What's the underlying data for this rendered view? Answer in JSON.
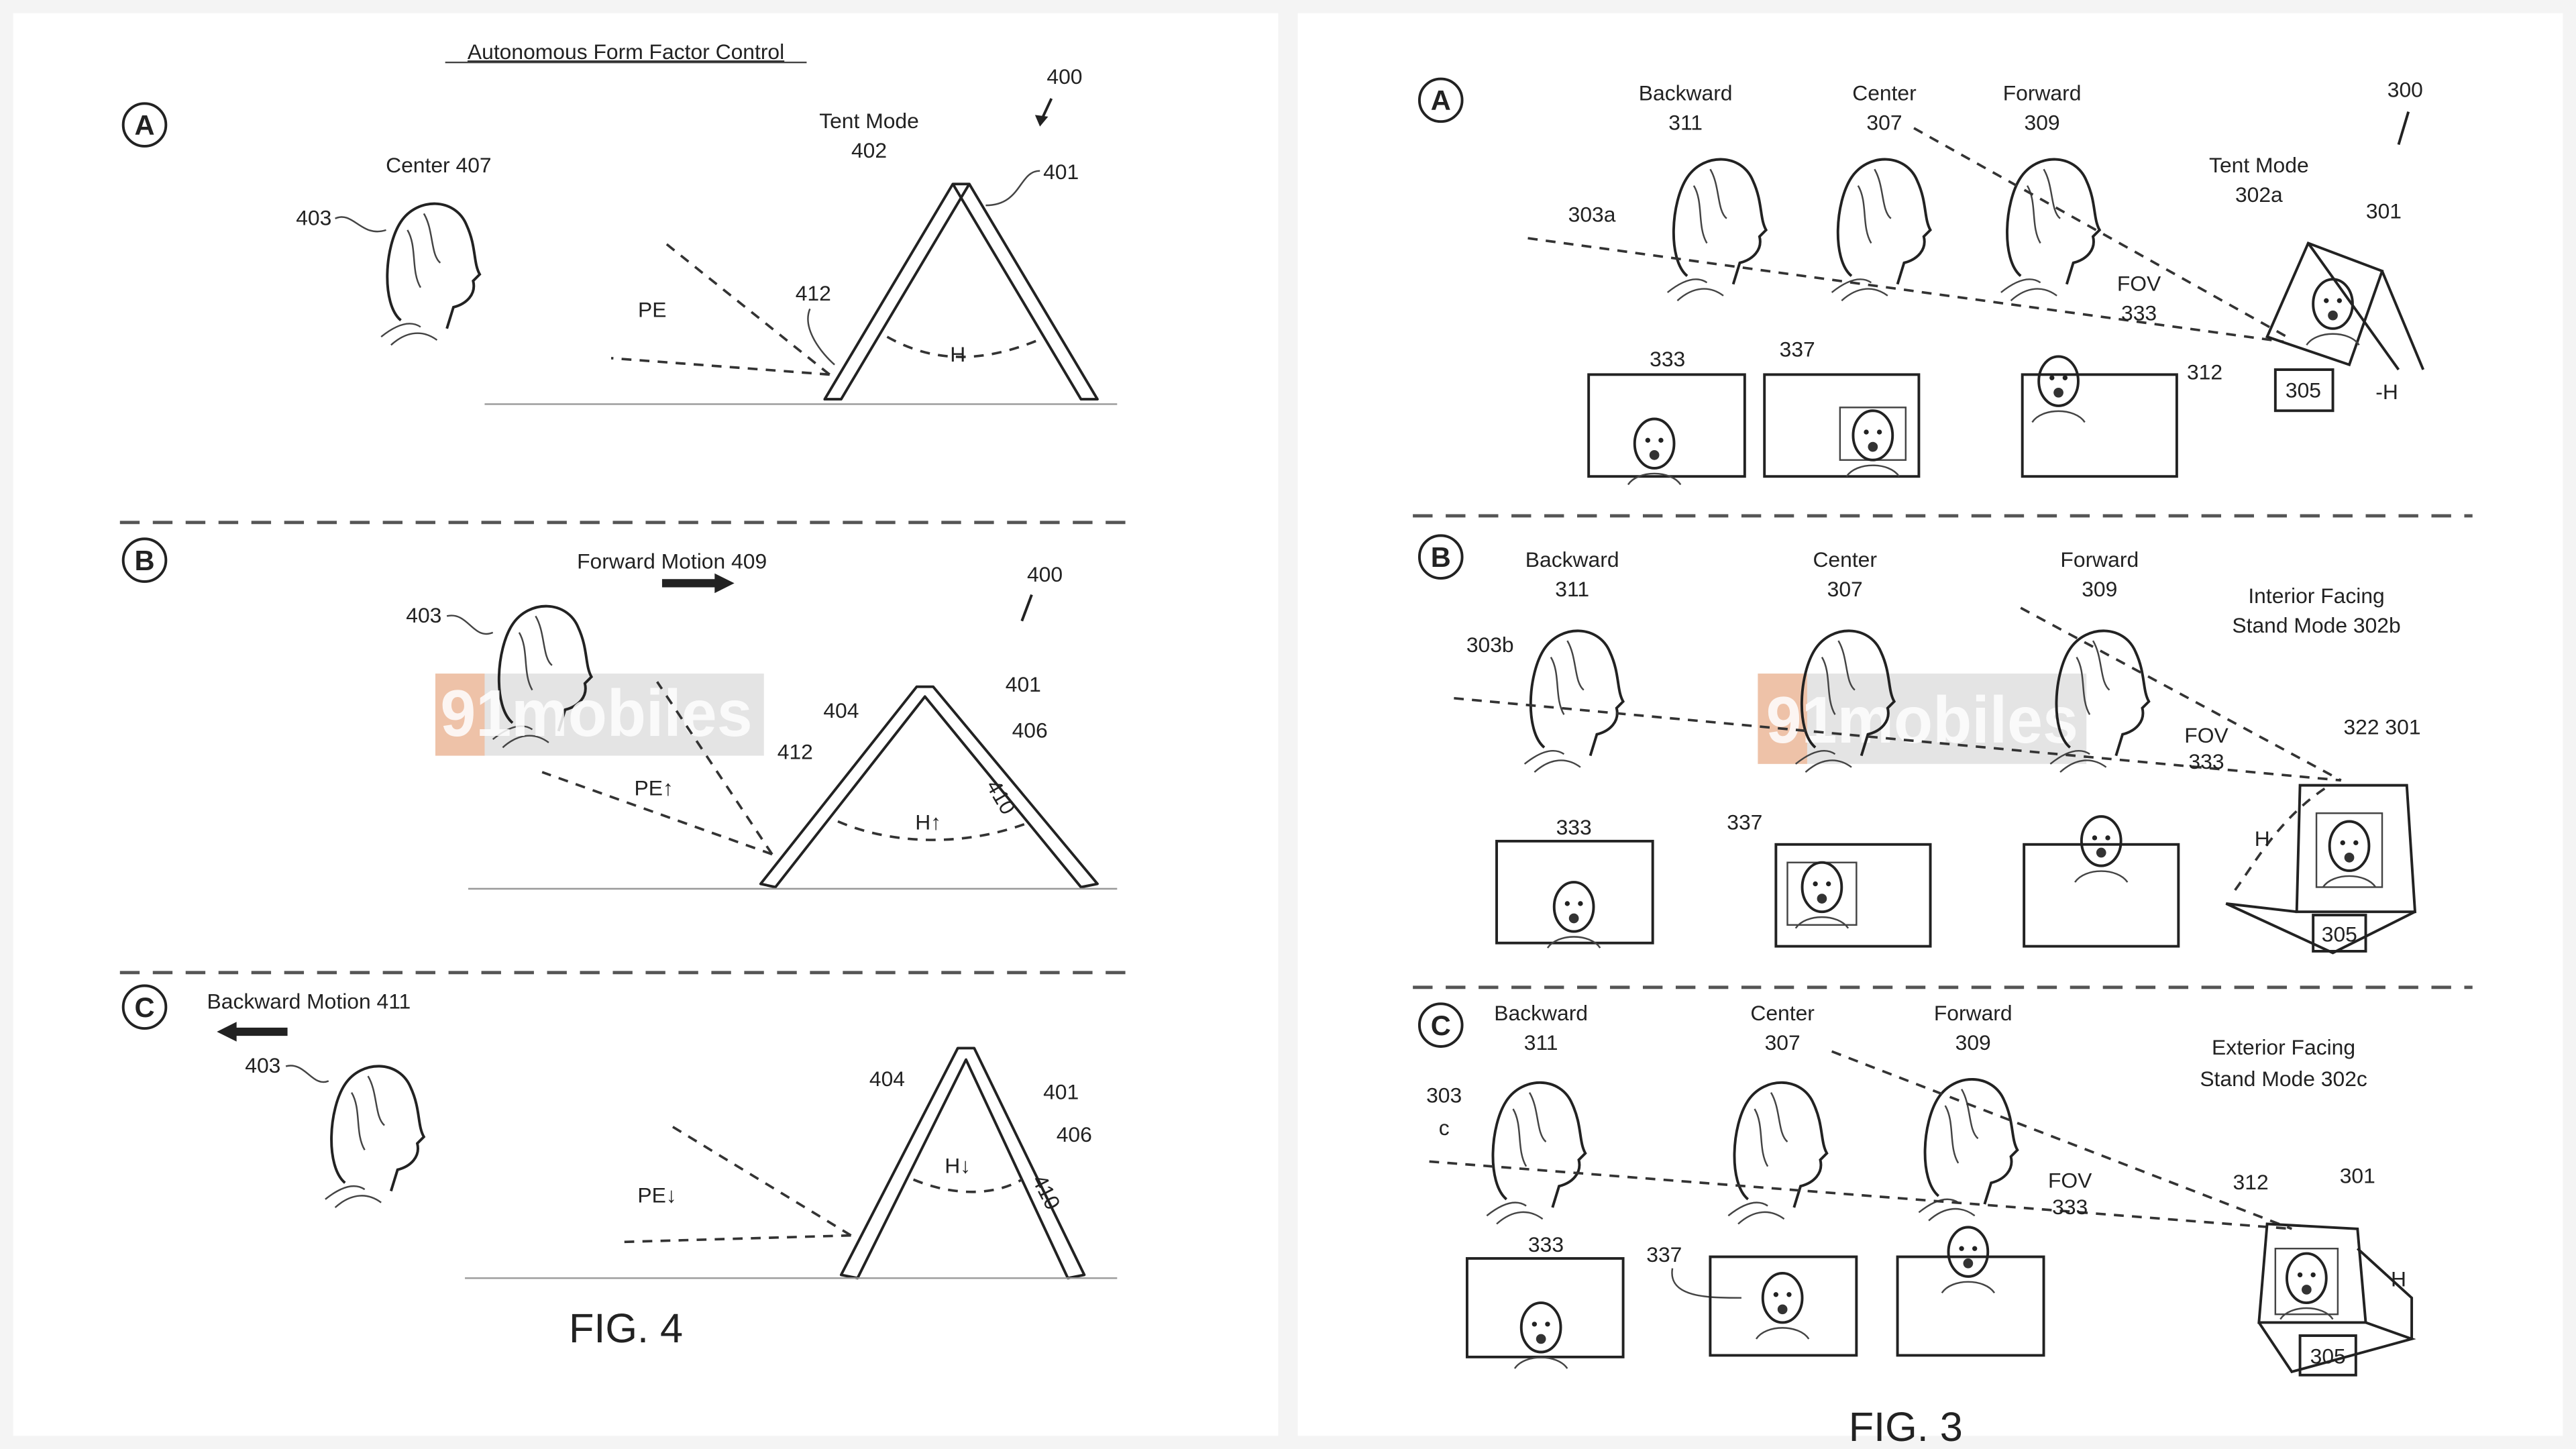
{
  "fig4": {
    "title": "Autonomous Form Factor Control",
    "caption": "FIG. 4",
    "panel_a": {
      "letter": "A",
      "center": "Center 407",
      "user": "403",
      "mode": "Tent Mode",
      "mode_num": "402",
      "ref": "400",
      "device": "401",
      "sensor": "412",
      "pe": "PE",
      "h": "H"
    },
    "panel_b": {
      "letter": "B",
      "motion": "Forward Motion 409",
      "ref": "400",
      "user": "403",
      "hinge": "404",
      "device": "401",
      "part": "406",
      "part2": "410",
      "sensor": "412",
      "pe": "PE↑",
      "h": "H↑"
    },
    "panel_c": {
      "letter": "C",
      "motion": "Backward Motion 411",
      "user": "403",
      "hinge": "404",
      "device": "401",
      "part": "406",
      "part2": "410",
      "pe": "PE↓",
      "h": "H↓"
    }
  },
  "fig3": {
    "caption": "FIG. 3",
    "panel_a": {
      "letter": "A",
      "backward": "Backward",
      "backward_num": "311",
      "center": "Center",
      "center_num": "307",
      "forward": "Forward",
      "forward_num": "309",
      "ref": "300",
      "mode": "Tent Mode",
      "mode_num": "302a",
      "device": "301",
      "user": "303a",
      "fov": "FOV",
      "fov_num": "333",
      "camera": "312",
      "frame": "333",
      "crop": "337",
      "display": "305",
      "h": "-H"
    },
    "panel_b": {
      "letter": "B",
      "backward": "Backward",
      "backward_num": "311",
      "center": "Center",
      "center_num": "307",
      "forward": "Forward",
      "forward_num": "309",
      "mode": "Interior Facing",
      "mode_num": "Stand Mode 302b",
      "device": "322 301",
      "user": "303b",
      "fov": "FOV",
      "fov_num": "333",
      "frame": "333",
      "crop": "337",
      "display": "305",
      "h": "H"
    },
    "panel_c": {
      "letter": "C",
      "backward": "Backward",
      "backward_num": "311",
      "center": "Center",
      "center_num": "307",
      "forward": "Forward",
      "forward_num": "309",
      "mode": "Exterior Facing",
      "mode_num": "Stand Mode 302c",
      "user": "303",
      "user_suffix": "c",
      "fov": "FOV",
      "fov_num": "333",
      "camera": "312",
      "device": "301",
      "frame": "333",
      "crop": "337",
      "display": "305",
      "h": "H"
    }
  },
  "watermark": "91mobiles"
}
